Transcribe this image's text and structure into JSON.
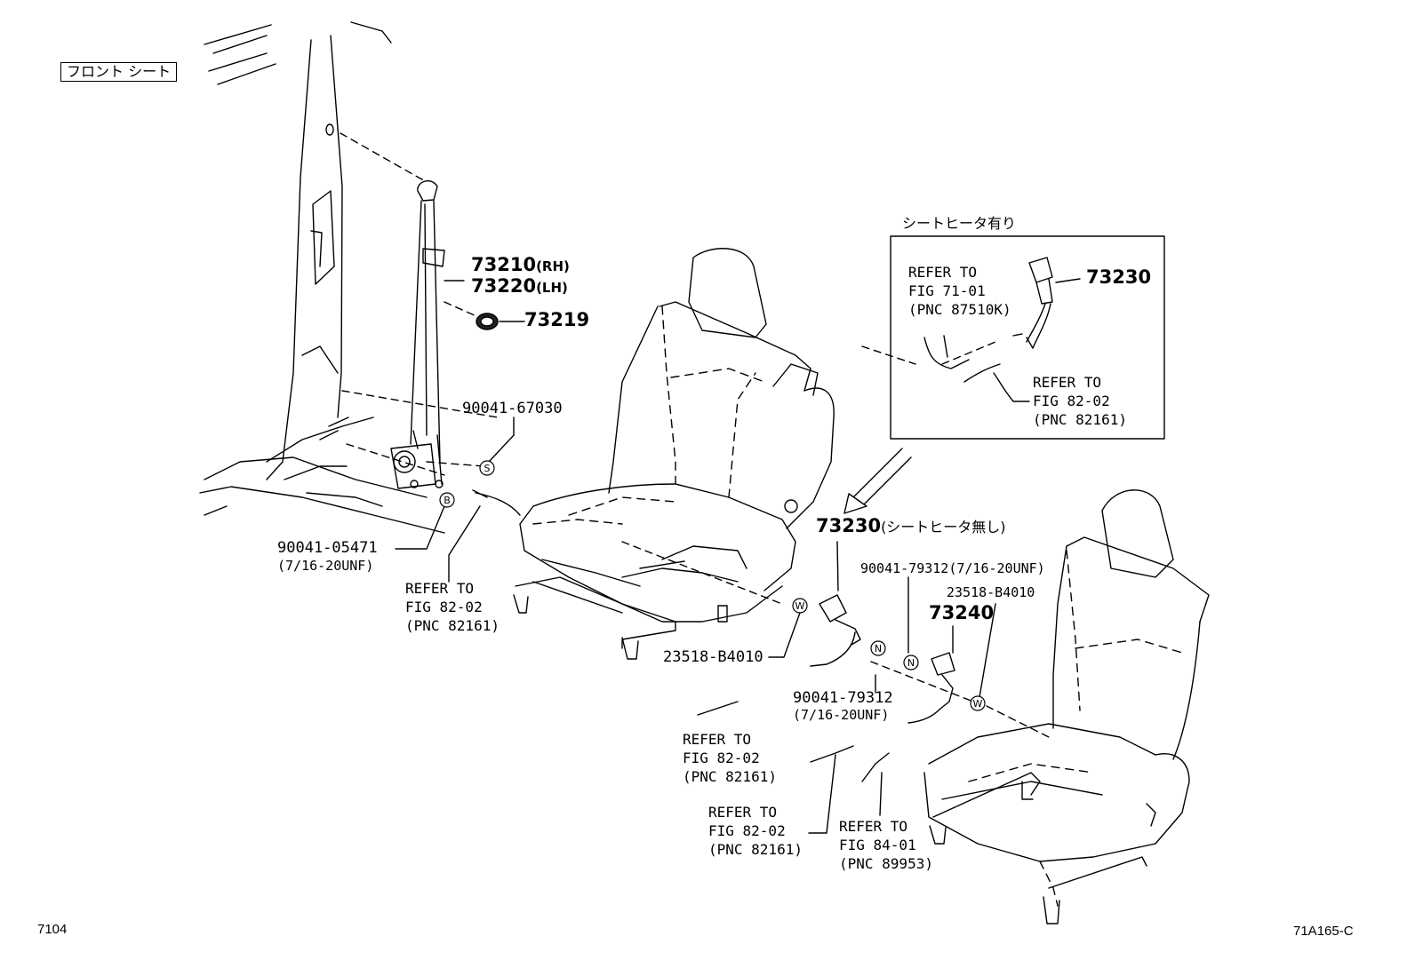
{
  "header_label": "フロント シート",
  "heater_box_title": "シートヒータ有り",
  "parts": {
    "belt_rh": "73210",
    "belt_rh_side": "(RH)",
    "belt_lh": "73220",
    "belt_lh_side": "(LH)",
    "cover": "73219",
    "bolt_s": "90041-67030",
    "bolt_b": "90041-05471",
    "bolt_b_spec": "(7/16-20UNF)",
    "buckle_heater": "73230",
    "buckle_noheater": "73230",
    "buckle_noheater_note": "(シートヒータ無し)",
    "washer_w1": "23518-B4010",
    "nut_n1": "90041-79312",
    "nut_n1_spec": "(7/16-20UNF)",
    "nut_n2": "90041-79312(7/16-20UNF)",
    "washer_w2": "23518-B4010",
    "buckle_rear": "73240"
  },
  "refs": {
    "r_heater_a": "REFER TO\nFIG 71-01\n(PNC 87510K)",
    "r_heater_b": "REFER TO\nFIG 82-02\n(PNC 82161)",
    "r_belt": "REFER TO\nFIG 82-02\n(PNC 82161)",
    "r_center1": "REFER TO\nFIG 82-02\n(PNC 82161)",
    "r_center2": "REFER TO\nFIG 82-02\n(PNC 82161)",
    "r_bottom": "REFER TO\nFIG 84-01\n(PNC 89953)"
  },
  "markers": {
    "s": "S",
    "b": "B",
    "w": "W",
    "n": "N"
  },
  "footer": {
    "page": "7104",
    "figure": "71A165-C"
  }
}
